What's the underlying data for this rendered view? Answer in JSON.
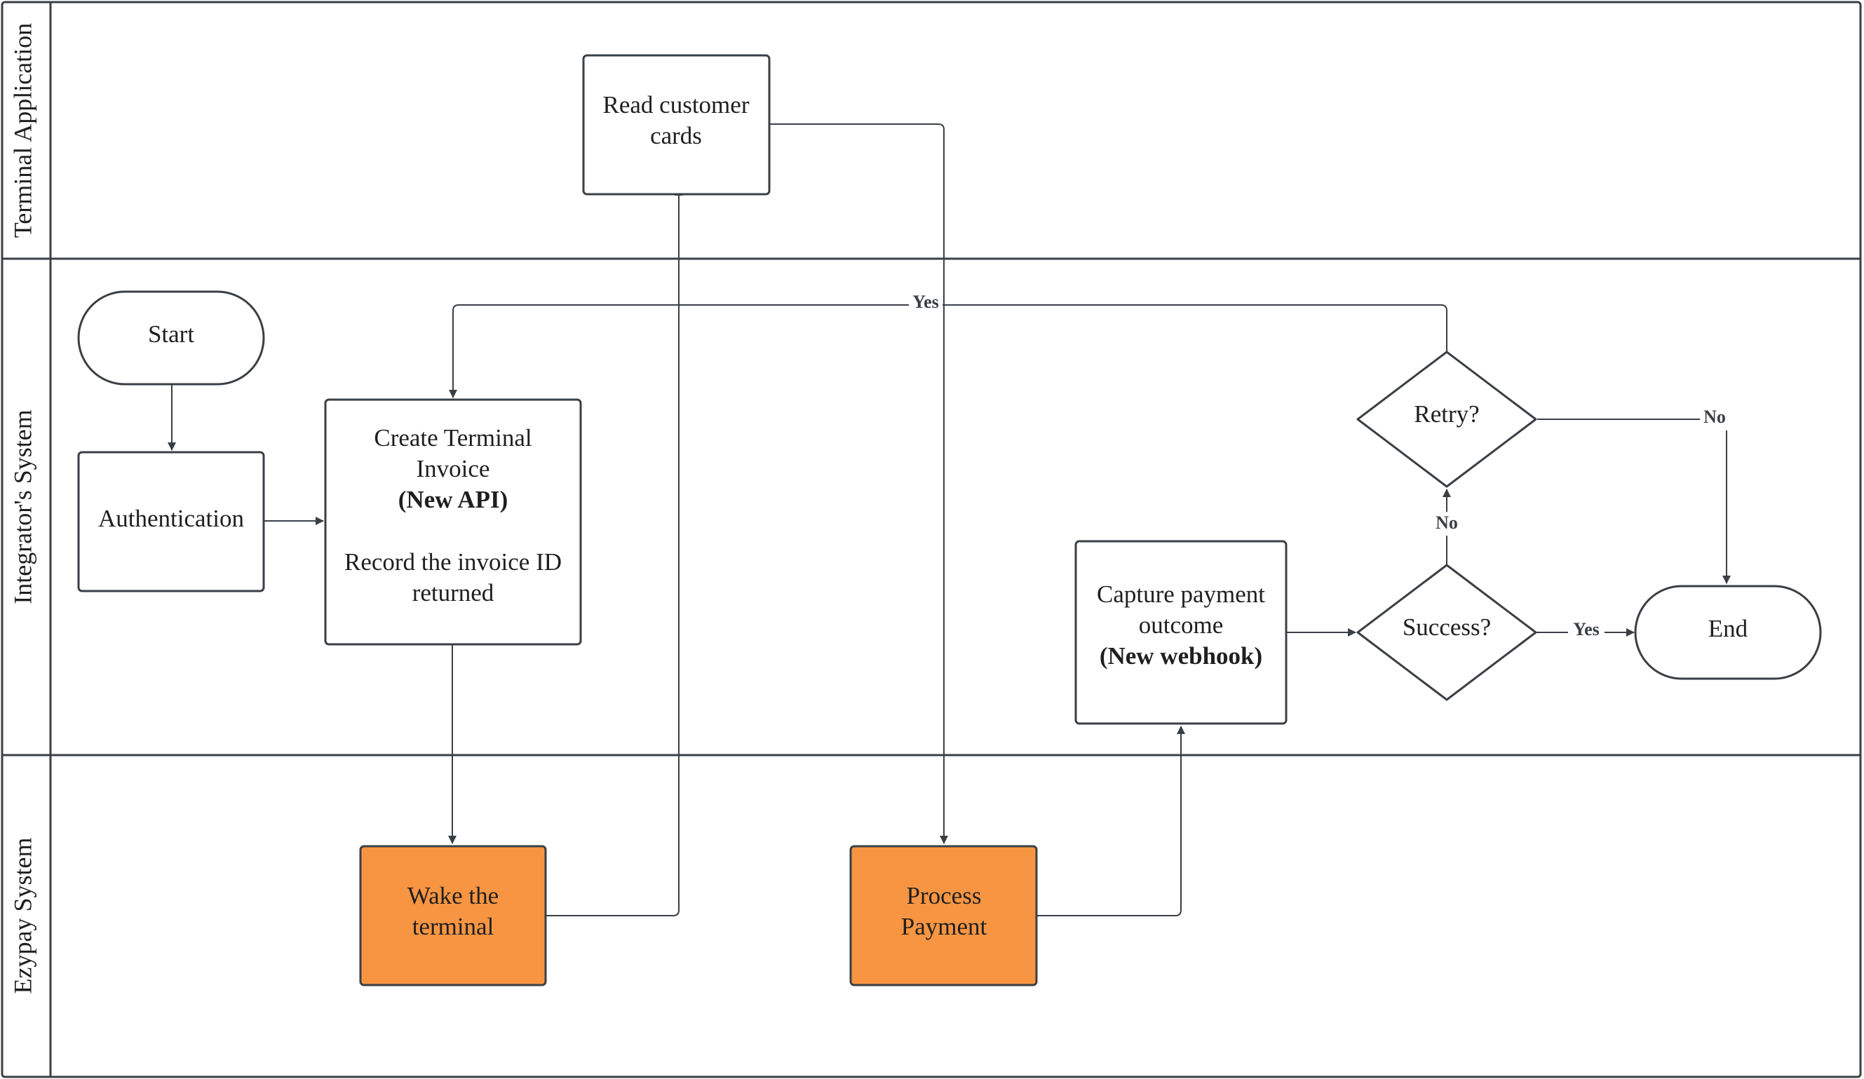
{
  "lanes": [
    {
      "id": "terminal_app",
      "title": "Terminal Application"
    },
    {
      "id": "integrator",
      "title": "Integrator's System"
    },
    {
      "id": "ezypay",
      "title": "Ezypay System"
    }
  ],
  "nodes": {
    "start": {
      "label": "Start",
      "shape": "terminator"
    },
    "auth": {
      "label": "Authentication",
      "shape": "process"
    },
    "create_invoice": {
      "shape": "process",
      "line1": "Create Terminal",
      "line2": "Invoice",
      "line3_bold": "(New API)",
      "line4": "Record the invoice ID",
      "line5": "returned"
    },
    "read_cards": {
      "shape": "process",
      "line1": "Read customer",
      "line2": "cards"
    },
    "wake_terminal": {
      "shape": "process",
      "line1": "Wake the",
      "line2": "terminal",
      "highlight": true
    },
    "process_payment": {
      "shape": "process",
      "line1": "Process",
      "line2": "Payment",
      "highlight": true
    },
    "capture_outcome": {
      "shape": "process",
      "line1": "Capture payment",
      "line2": "outcome",
      "line3_bold": "(New webhook)"
    },
    "success": {
      "label": "Success?",
      "shape": "decision"
    },
    "retry": {
      "label": "Retry?",
      "shape": "decision"
    },
    "end": {
      "label": "End",
      "shape": "terminator"
    }
  },
  "edge_labels": {
    "retry_yes": "Yes",
    "retry_no": "No",
    "success_no": "No",
    "success_yes": "Yes"
  },
  "colors": {
    "stroke": "#3a3f45",
    "highlight_fill": "#f79542",
    "background": "#ffffff"
  }
}
